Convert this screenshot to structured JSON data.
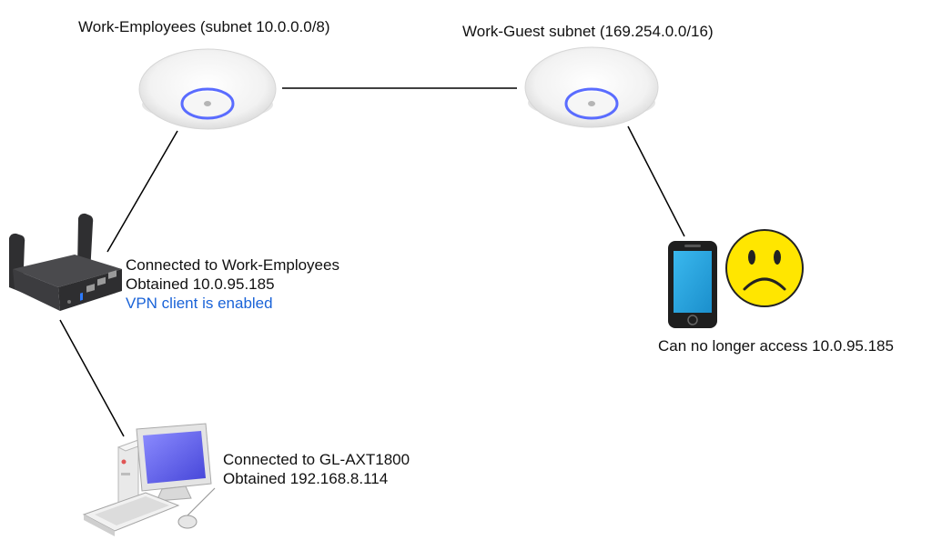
{
  "nodes": {
    "ap_employees": {
      "title": "Work-Employees (subnet 10.0.0.0/8)"
    },
    "ap_guest": {
      "title": "Work-Guest subnet (169.254.0.0/16)"
    },
    "router": {
      "line1": "Connected to Work-Employees",
      "line2": "Obtained 10.0.95.185",
      "line3": "VPN client is enabled",
      "line3_color": "#1a63d8"
    },
    "pc": {
      "line1": "Connected to GL-AXT1800",
      "line2": "Obtained 192.168.8.114"
    },
    "phone": {
      "caption": "Can no longer access 10.0.95.185",
      "emoji": "sad-face"
    }
  },
  "colors": {
    "ap_ring": "#5a6cff",
    "router_body": "#3a3a3c",
    "phone_screen": "#2aa6e0",
    "sad_face": "#ffe600",
    "pc_screen": "#6b6bf5"
  }
}
